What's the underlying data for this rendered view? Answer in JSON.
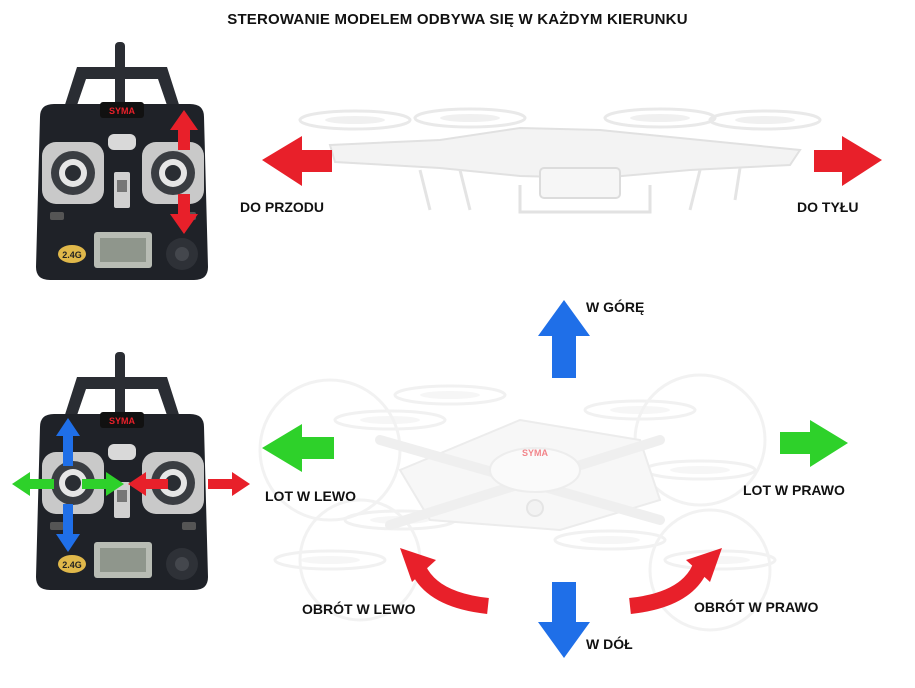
{
  "title": "STEROWANIE MODELEM ODBYWA SIĘ W KAŻDYM KIERUNKU",
  "brand": "SYMA",
  "badge": "2.4G",
  "colors": {
    "red": "#e8202a",
    "green": "#2ed12a",
    "blue": "#1f6fe8",
    "controller_body": "#1f2228",
    "drone": "#f3f3f3"
  },
  "top_section": {
    "left_label": "DO PRZODU",
    "right_label": "DO TYŁU"
  },
  "bottom_section": {
    "up_label": "W GÓRĘ",
    "down_label": "W DÓŁ",
    "left_label": "LOT W LEWO",
    "right_label": "LOT W PRAWO",
    "rotate_left_label": "OBRÓT W LEWO",
    "rotate_right_label": "OBRÓT W PRAWO"
  }
}
